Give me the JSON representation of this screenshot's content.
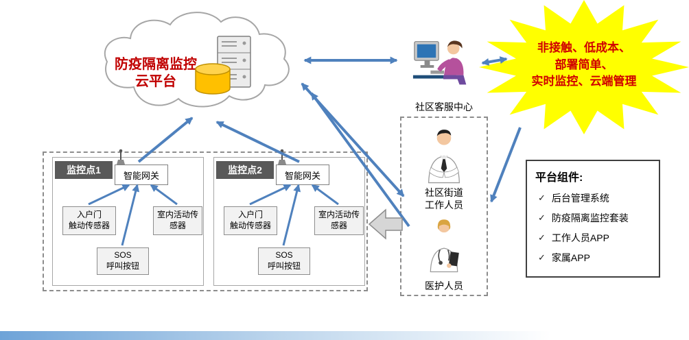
{
  "cloud": {
    "title": "防疫隔离监控\n云平台"
  },
  "benefits_burst": {
    "text": "非接触、低成本、\n部署简单、\n实时监控、云端管理"
  },
  "actors": {
    "service_center_label": "社区客服中心",
    "street_worker_label": "社区街道\n工作人员",
    "medical_staff_label": "医护人员"
  },
  "components_panel": {
    "title": "平台组件:",
    "check": "✓",
    "items": [
      "后台管理系统",
      "防疫隔离监控套装",
      "工作人员APP",
      "家属APP"
    ]
  },
  "monitoring": {
    "points": [
      {
        "title": "监控点1",
        "gateway_label": "智能网关",
        "door_sensor_label": "入户门\n触动传感器",
        "indoor_sensor_label": "室内活动传\n感器",
        "sos_label": "SOS\n呼叫按钮"
      },
      {
        "title": "监控点2",
        "gateway_label": "智能网关",
        "door_sensor_label": "入户门\n触动传感器",
        "indoor_sensor_label": "室内活动传\n感器",
        "sos_label": "SOS\n呼叫按钮"
      }
    ]
  },
  "colors": {
    "arrow_blue": "#4f81bd",
    "burst_yellow": "#ffff00",
    "red_text": "#d00000",
    "cylinder_gold": "#ffc000",
    "header_gray": "#595959"
  }
}
